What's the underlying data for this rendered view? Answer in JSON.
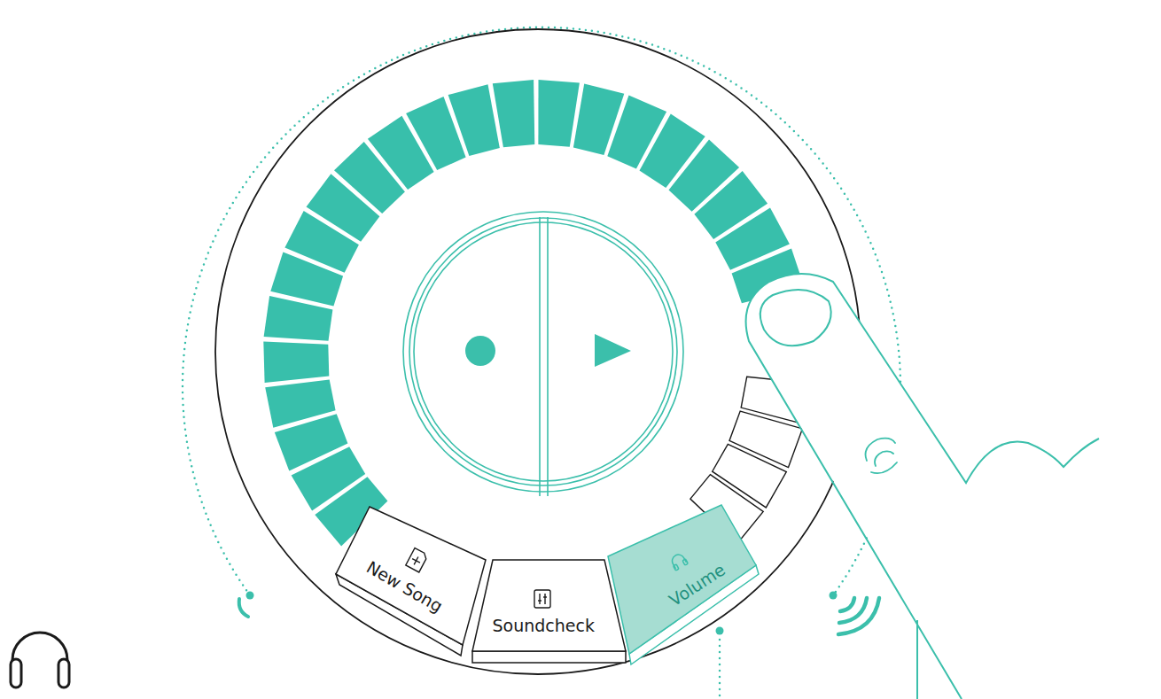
{
  "diagram": {
    "nodes": [
      {
        "text": [
          "New Song"
        ]
      },
      {
        "text": [
          "Soundcheck"
        ]
      },
      {
        "text": [
          "Volume"
        ]
      }
    ]
  }
}
